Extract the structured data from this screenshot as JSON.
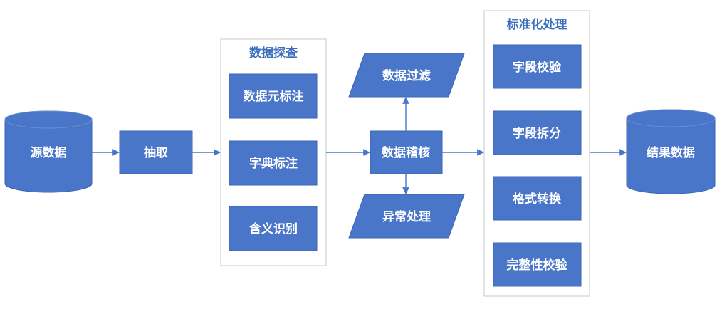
{
  "nodes": {
    "source_data": "源数据",
    "extract": "抽取",
    "metadata_label": "数据元标注",
    "dict_label": "字典标注",
    "meaning_recognition": "含义识别",
    "data_filter": "数据过滤",
    "data_audit": "数据稽核",
    "exception_handling": "异常处理",
    "field_validation": "字段校验",
    "field_split": "字段拆分",
    "format_conversion": "格式转换",
    "integrity_validation": "完整性校验",
    "result_data": "结果数据"
  },
  "groups": {
    "data_exploration": "数据探查",
    "standardization": "标准化处理"
  },
  "colors": {
    "node_fill": "#4a76c9",
    "group_title": "#3c6fbe",
    "frame_border": "#c8c8c8"
  }
}
